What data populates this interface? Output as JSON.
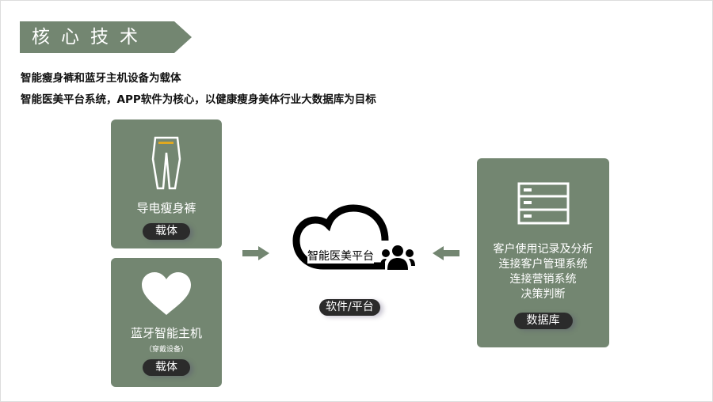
{
  "title": "核心技术",
  "intro": [
    "智能瘦身裤和蓝牙主机设备为载体",
    "智能医美平台系统，APP软件为核心，以健康瘦身美体行业大数据库为目标"
  ],
  "cards": {
    "pants": {
      "label": "导电瘦身裤",
      "pill": "载体"
    },
    "host": {
      "label": "蓝牙智能主机",
      "sub": "（穿戴设备）",
      "pill": "载体"
    },
    "cloud": {
      "label": "智能医美平台",
      "pill": "软件/平台"
    },
    "db": {
      "lines": [
        "客户使用记录及分析",
        "连接客户管理系统",
        "连接营销系统",
        "决策判断"
      ],
      "pill": "数据库"
    }
  },
  "colors": {
    "accent": "#738671",
    "pill": "#2b2b2b",
    "waistband": "#e0a820"
  }
}
